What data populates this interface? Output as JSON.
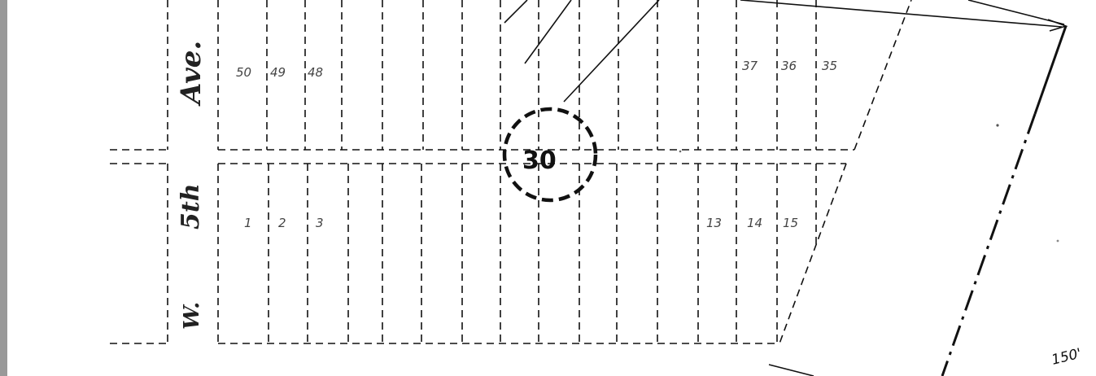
{
  "street": {
    "word1": "Ave.",
    "word2": "5th",
    "word3": "W."
  },
  "lots_north": {
    "left": [
      "50",
      "49",
      "48"
    ],
    "right": [
      "37",
      "36",
      "35"
    ]
  },
  "lots_south": {
    "left": [
      "1",
      "2",
      "3"
    ],
    "right": [
      "13",
      "14",
      "15"
    ]
  },
  "marker": {
    "label": "30"
  },
  "dimension": {
    "label": "150'"
  }
}
